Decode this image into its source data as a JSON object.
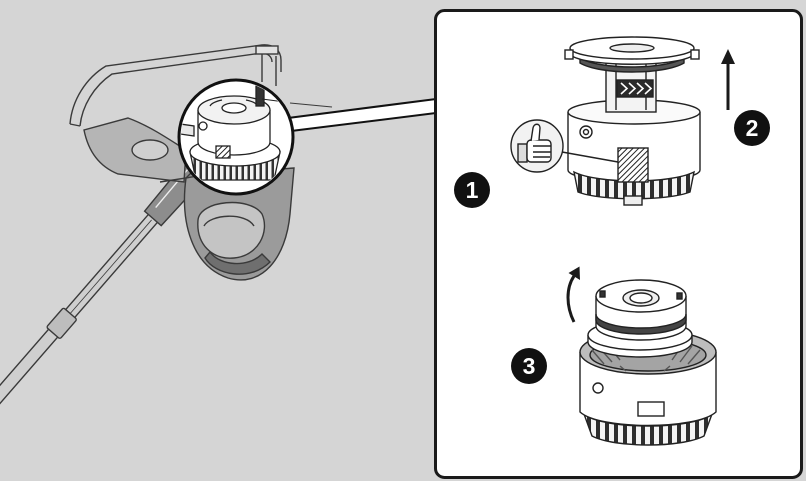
{
  "steps": [
    {
      "label": "1"
    },
    {
      "label": "2"
    },
    {
      "label": "3"
    }
  ],
  "icons": {
    "lift": "arrow-up-icon",
    "rotate": "rotate-arrow-icon",
    "press": "thumb-press-icon"
  },
  "colors": {
    "background": "#d5d5d5",
    "panel": "#ffffff",
    "ink": "#1a1a1a",
    "badge": "#111111",
    "badge_text": "#ffffff",
    "body_fill": "#9b9b9b"
  }
}
